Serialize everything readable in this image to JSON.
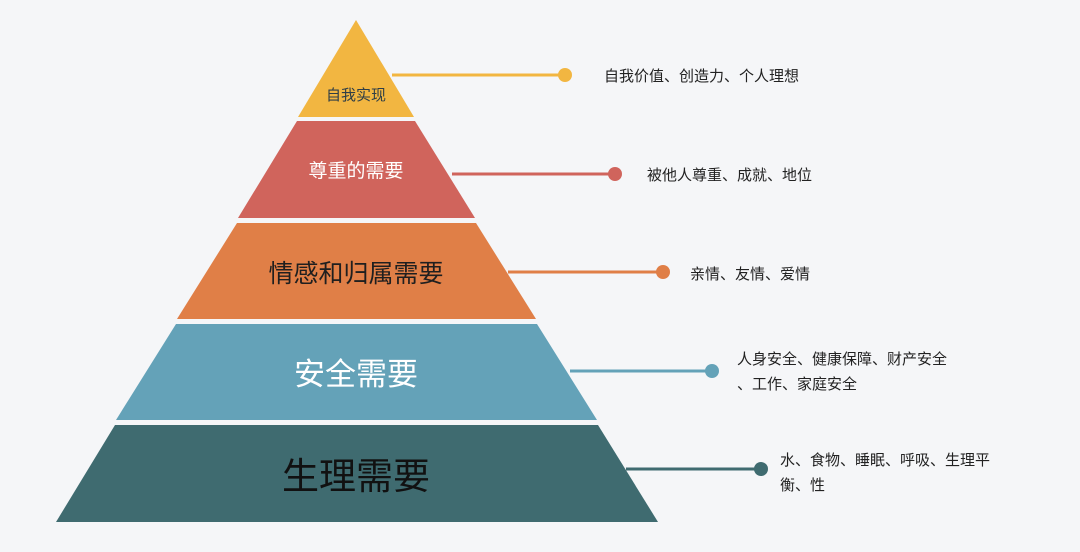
{
  "diagram": {
    "levels": [
      {
        "label": "自我实现",
        "color": "#f2b641",
        "text_color": "#2f3e46",
        "desc_lines": [
          "自我价值、创造力、个人理想"
        ]
      },
      {
        "label": "尊重的需要",
        "color": "#d0645c",
        "text_color": "#ffffff",
        "desc_lines": [
          "被他人尊重、成就、地位"
        ]
      },
      {
        "label": "情感和归属需要",
        "color": "#e07f47",
        "text_color": "#1f1f1f",
        "desc_lines": [
          "亲情、友情、爱情"
        ]
      },
      {
        "label": "安全需要",
        "color": "#64a2b8",
        "text_color": "#ffffff",
        "desc_lines": [
          "人身安全、健康保障、财产安全",
          "、工作、家庭安全"
        ]
      },
      {
        "label": "生理需要",
        "color": "#3f6b70",
        "text_color": "#111111",
        "desc_lines": [
          "水、食物、睡眠、呼吸、生理平",
          "衡、性"
        ]
      }
    ]
  }
}
